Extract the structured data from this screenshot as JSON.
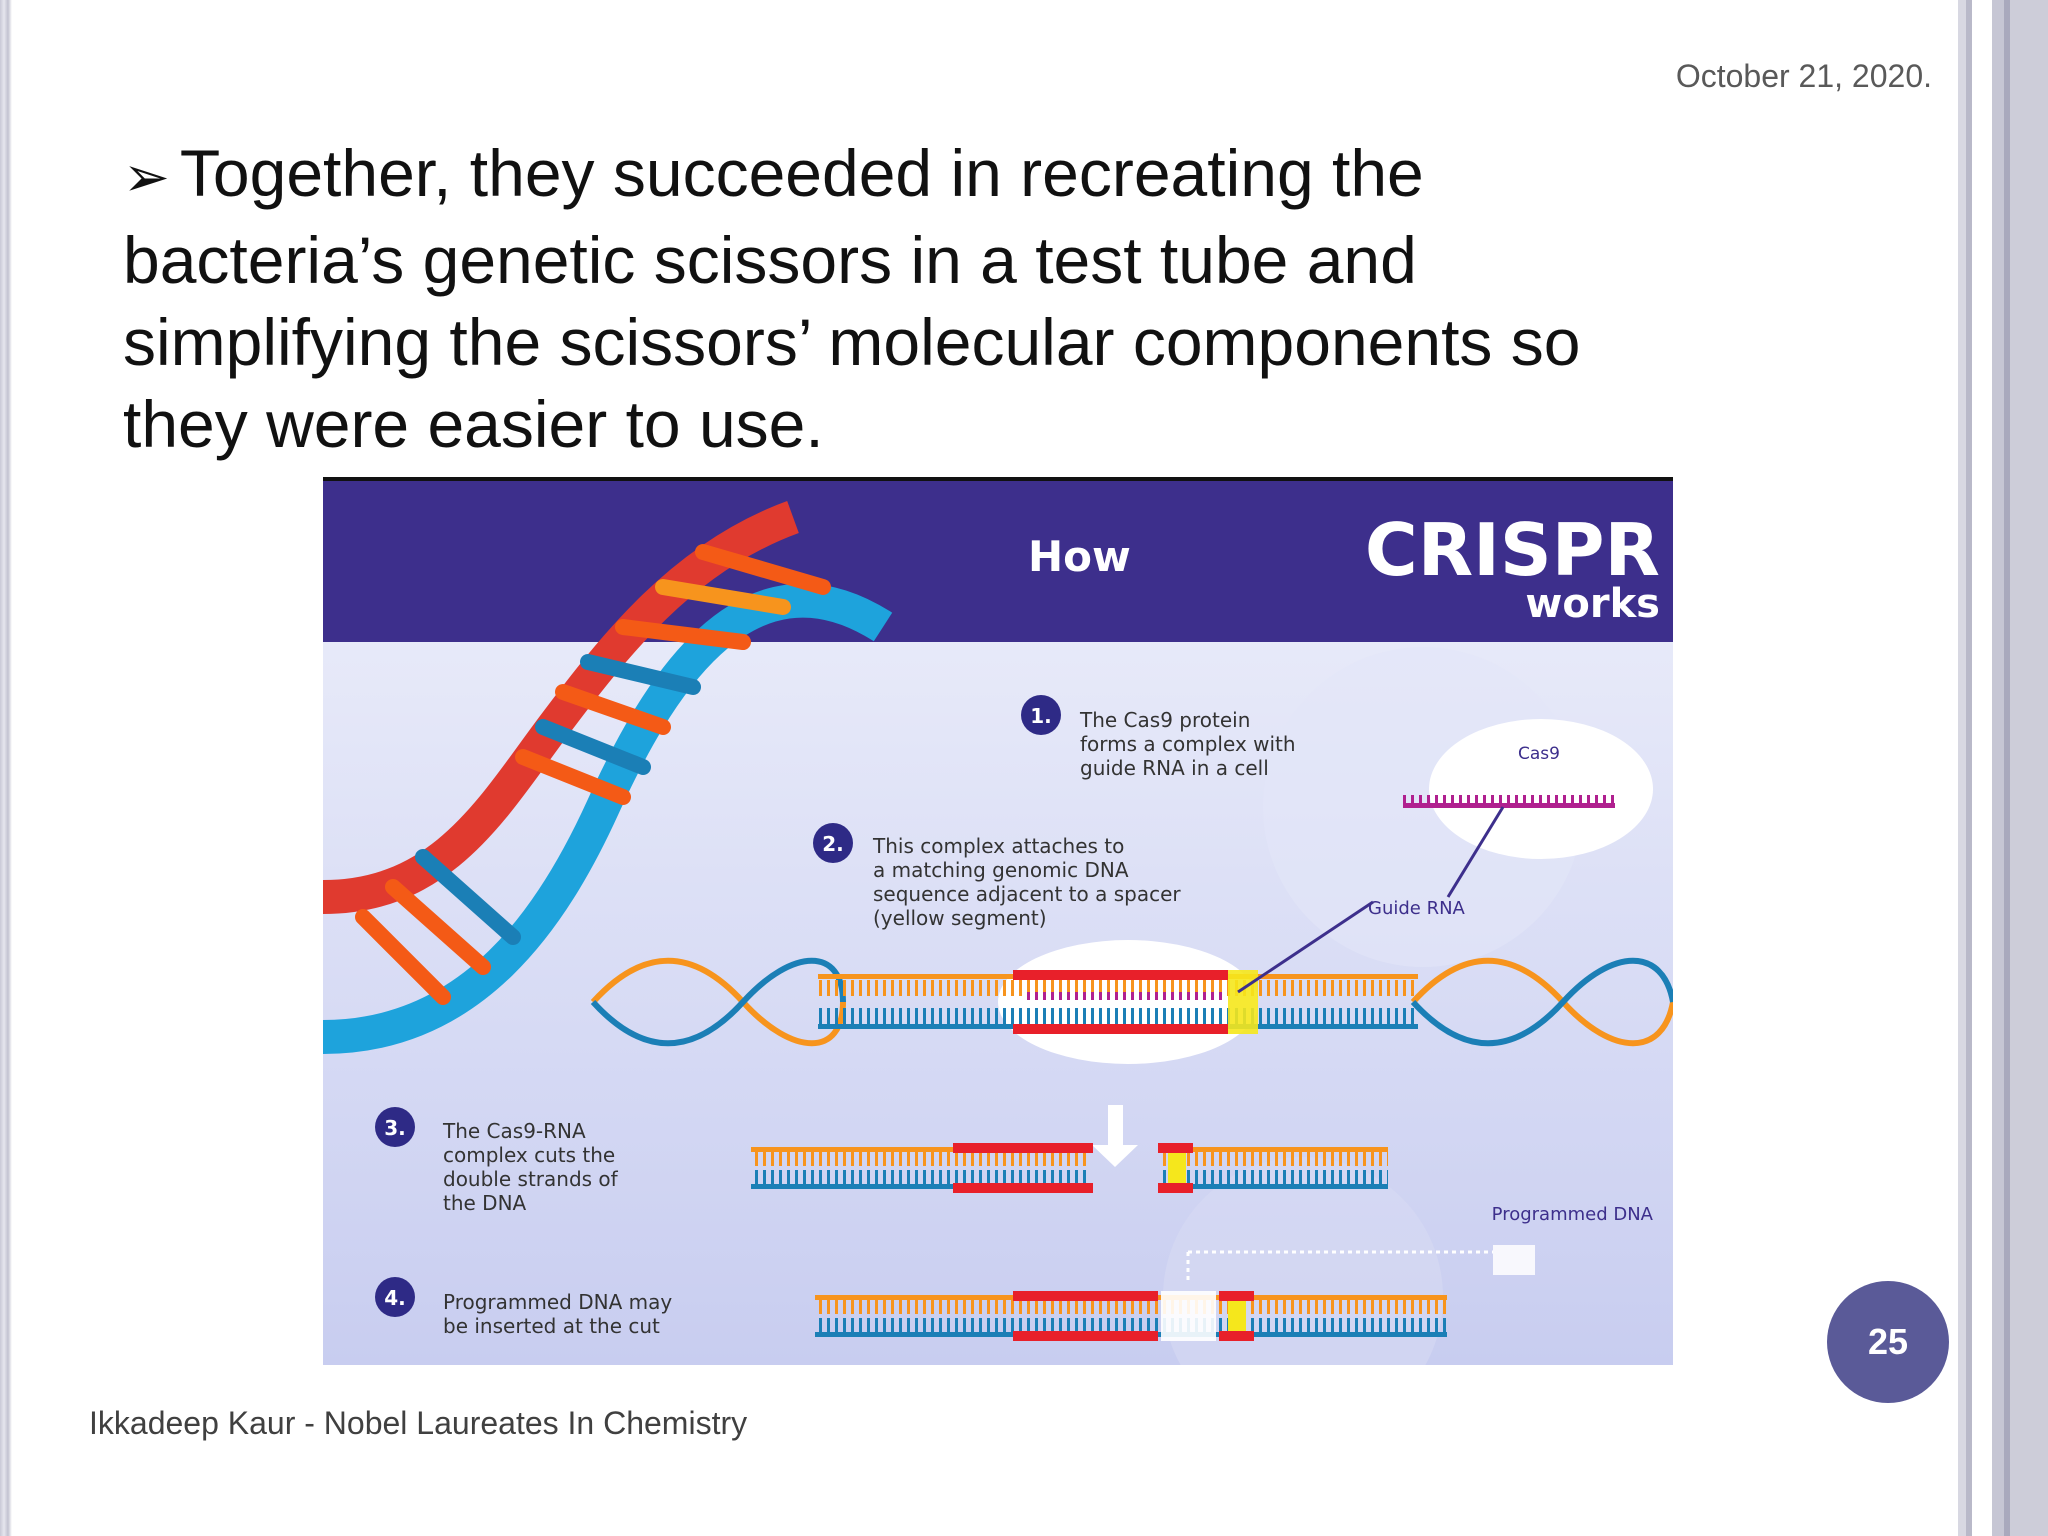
{
  "slide": {
    "date": "October 21, 2020.",
    "bullet_symbol": "➢",
    "body_text": "Together, they succeeded in recreating the bacteria’s genetic scissors in a test tube and simplifying the scissors’ molecular components so they were easier to use.",
    "footer": "Ikkadeep Kaur - Nobel Laureates In Chemistry",
    "page_number": "25"
  },
  "figure": {
    "title_how": "How",
    "title_crispr": "CRISPR",
    "title_works": "works",
    "steps": [
      {
        "num": "1.",
        "lines": [
          "The Cas9 protein",
          "forms a complex with",
          "guide RNA in a cell"
        ]
      },
      {
        "num": "2.",
        "lines": [
          "This complex attaches to",
          "a matching genomic DNA",
          "sequence adjacent to a spacer",
          "(yellow segment)"
        ]
      },
      {
        "num": "3.",
        "lines": [
          "The Cas9-RNA",
          "complex cuts the",
          "double strands of",
          "the DNA"
        ]
      },
      {
        "num": "4.",
        "lines": [
          "Programmed DNA may",
          "be inserted at the cut"
        ]
      }
    ],
    "label_cas9": "Cas9",
    "label_guide_rna": "Guide RNA",
    "label_programmed_dna": "Programmed DNA"
  },
  "colors": {
    "header_purple": "#3d2f8c",
    "badge": "#5a5a98",
    "strand_orange": "#f7941d",
    "strand_blue": "#1b7fb6",
    "cut_red": "#e8202a",
    "spacer_yellow": "#f5e71c",
    "guide_magenta": "#b0208f"
  }
}
